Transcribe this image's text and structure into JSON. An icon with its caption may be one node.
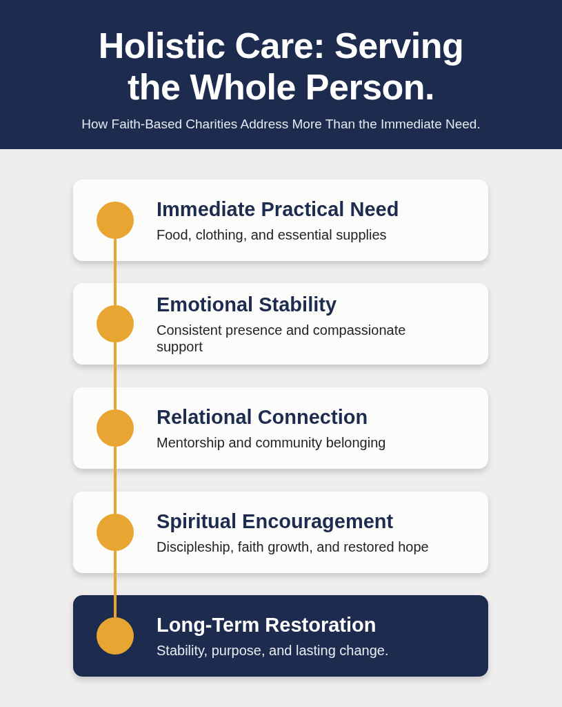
{
  "diagram": {
    "title": "Holistic Care: Serving the Whole Person.",
    "nodes": [
      {
        "text": [
          "Immediate Practical Need",
          "Food, clothing, and essential supplies"
        ]
      },
      {
        "text": [],
        "shape": "circle",
        "in": 0
      },
      {
        "text": [
          "Emotional Stability",
          "Consistent presence and compassionate support"
        ]
      },
      {
        "text": [],
        "shape": "circle",
        "in": 2
      },
      {
        "text": [
          "Relational Connection",
          "Mentorship and community belonging"
        ]
      },
      {
        "text": [],
        "shape": "circle",
        "in": 4
      },
      {
        "text": [
          "Spiritual Encouragement",
          "Discipleship, faith growth, and restored hope"
        ]
      },
      {
        "text": [],
        "shape": "circle",
        "in": 6
      },
      {
        "text": [
          "Long-Term Restoration",
          "Stability, purpose, and lasting change."
        ]
      },
      {
        "text": [],
        "shape": "circle",
        "in": 8
      }
    ],
    "edges": [
      {
        "from": 1,
        "to": 3,
        "arrow": "none"
      },
      {
        "from": 3,
        "to": 5,
        "arrow": "none"
      },
      {
        "from": 5,
        "to": 7,
        "arrow": "none"
      },
      {
        "from": 7,
        "to": 9,
        "arrow": "none"
      }
    ],
    "labels": [
      "How Faith-Based Charities Address More Than the Immediate Need."
    ]
  }
}
